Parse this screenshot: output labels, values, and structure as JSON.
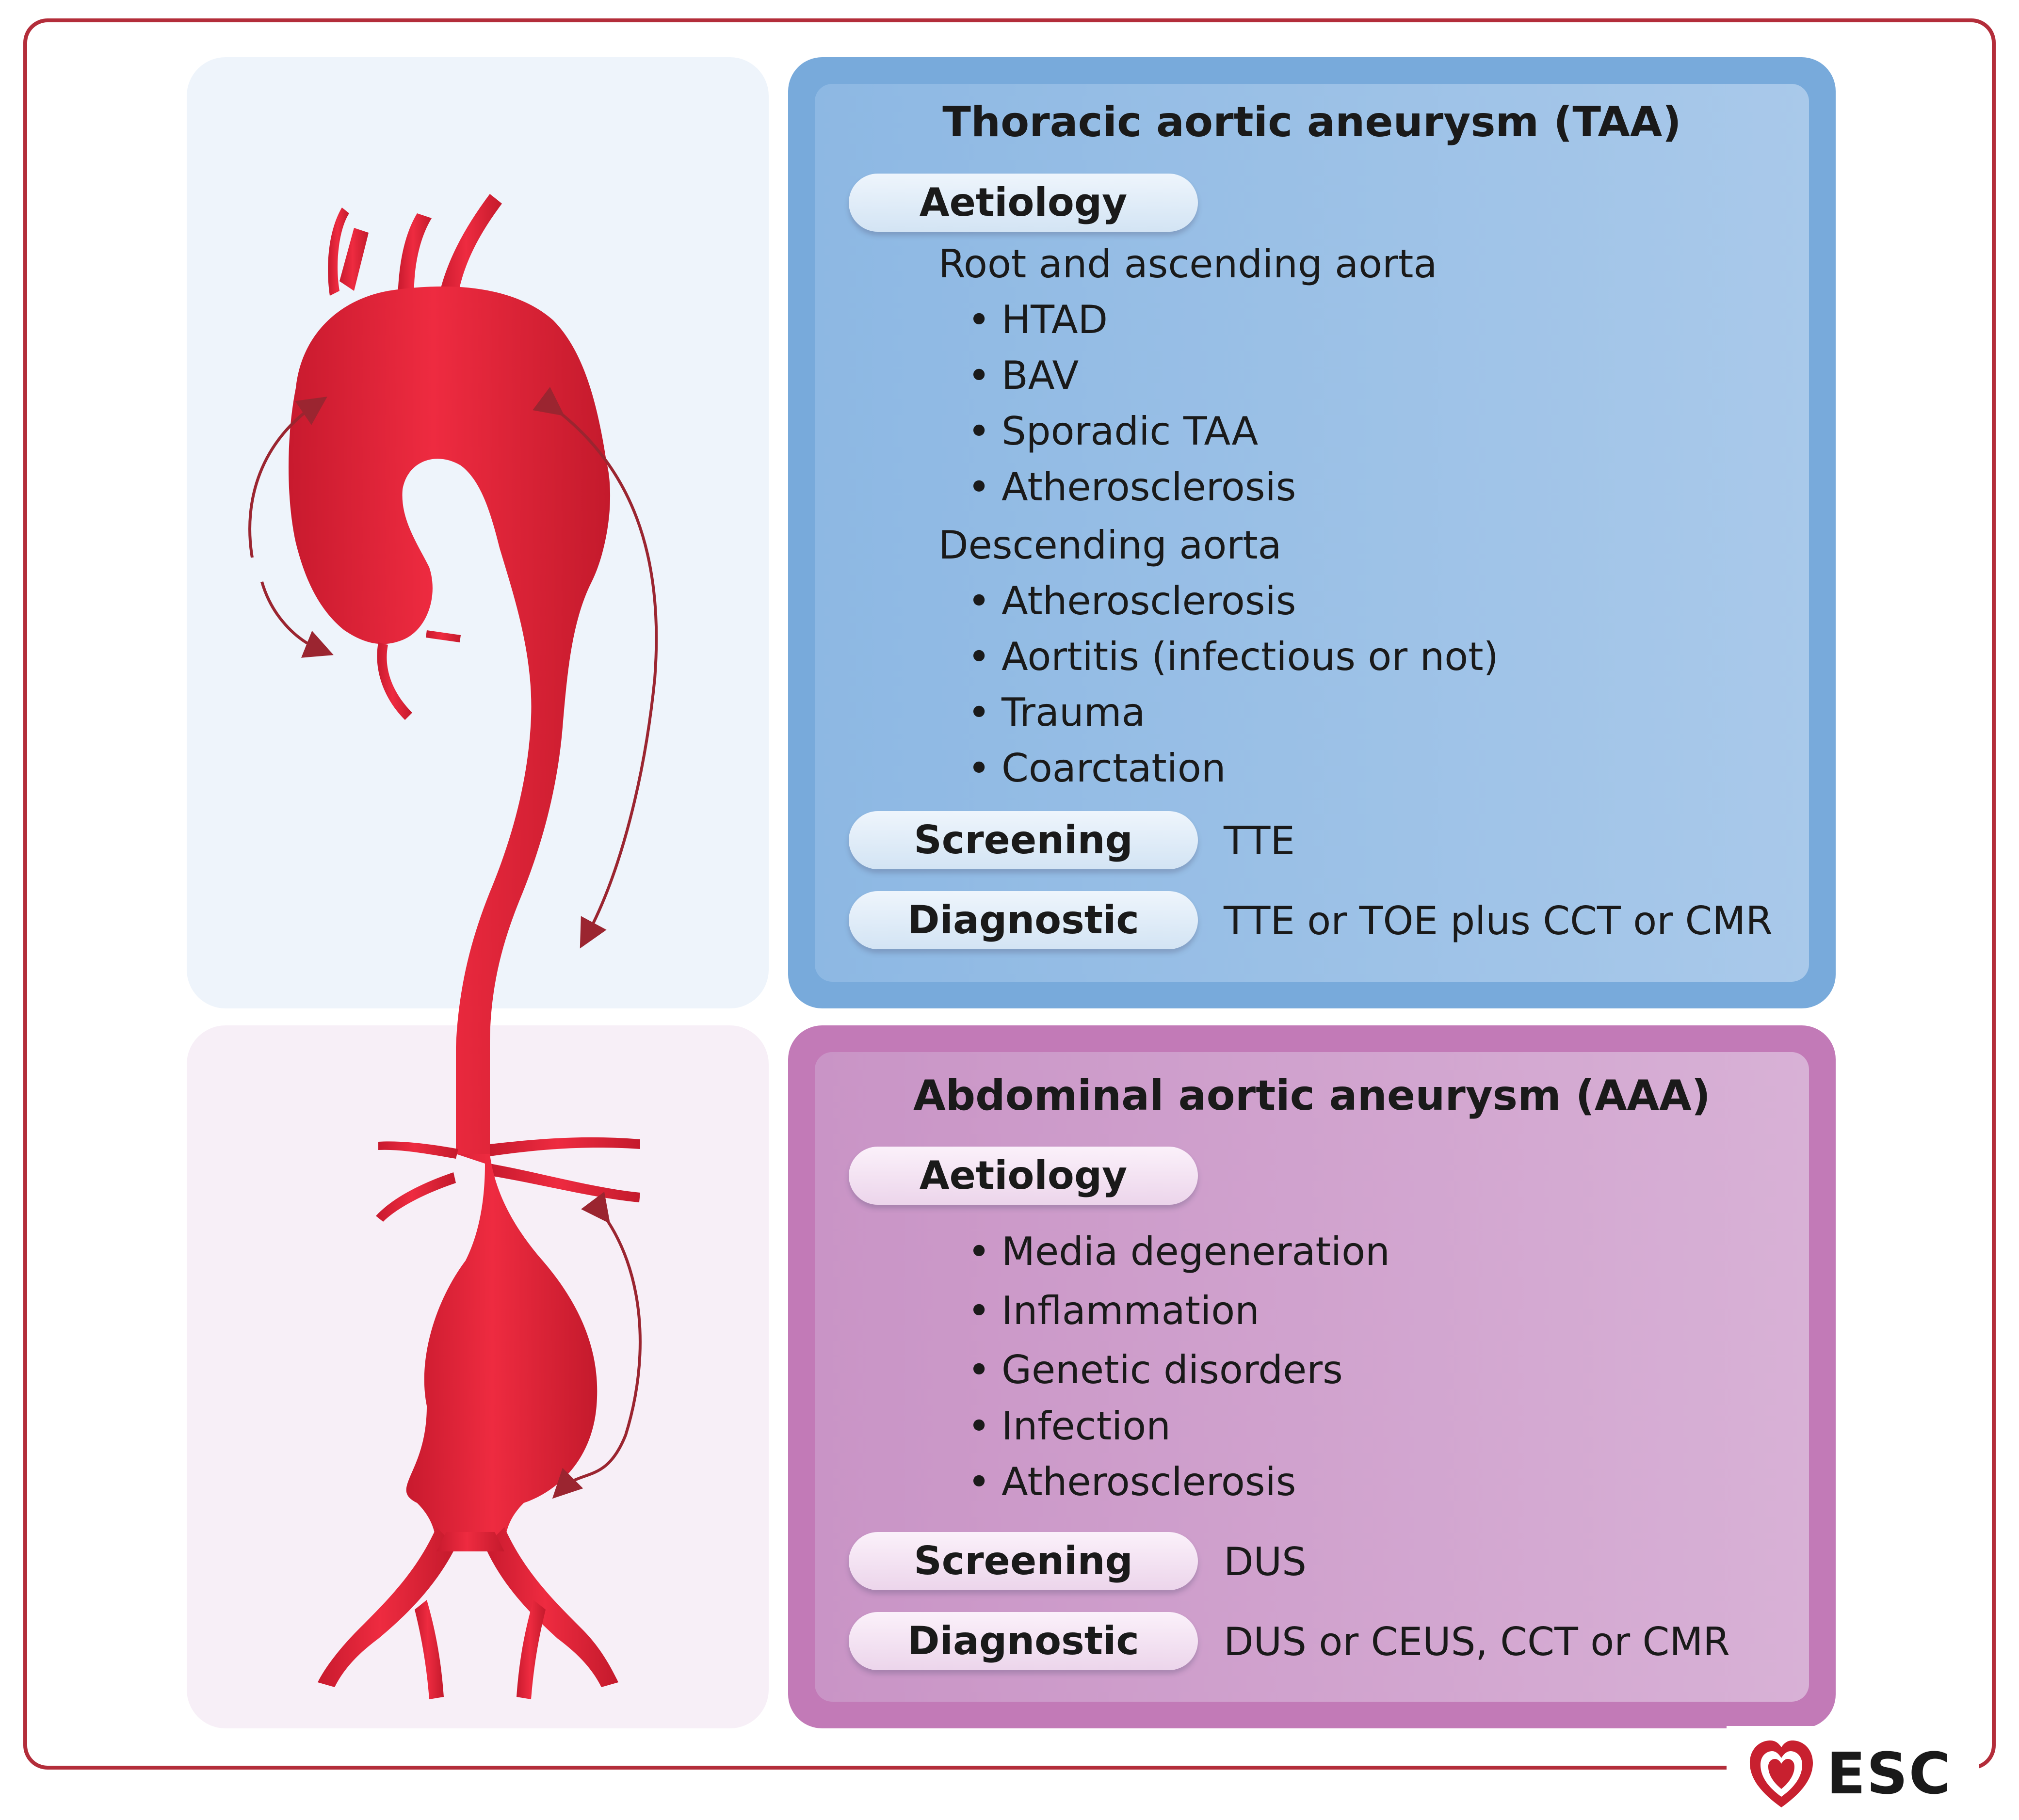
{
  "taa": {
    "title": "Thoracic aortic aneurysm (TAA)",
    "aetiology_label": "Aetiology",
    "root_heading": "Root and ascending aorta",
    "root_items": [
      "HTAD",
      "BAV",
      "Sporadic TAA",
      "Atherosclerosis"
    ],
    "descending_heading": "Descending aorta",
    "descending_items": [
      "Atherosclerosis",
      "Aortitis (infectious or not)",
      "Trauma",
      "Coarctation"
    ],
    "screening_label": "Screening",
    "screening_value": "TTE",
    "diagnostic_label": "Diagnostic",
    "diagnostic_value": "TTE or TOE plus CCT or CMR"
  },
  "aaa": {
    "title": "Abdominal aortic aneurysm (AAA)",
    "aetiology_label": "Aetiology",
    "items": [
      "Media degeneration",
      "Inflammation",
      "Genetic disorders",
      "Infection",
      "Atherosclerosis"
    ],
    "screening_label": "Screening",
    "screening_value": "DUS",
    "diagnostic_label": "Diagnostic",
    "diagnostic_value": "DUS or CEUS, CCT or CMR"
  },
  "logo": {
    "text": "ESC"
  },
  "colors": {
    "frame": "#b32d3a",
    "aorta": "#e8243a",
    "taa_box": "#78aadb",
    "aaa_box": "#c27ab7",
    "arrow": "#9b2530"
  }
}
